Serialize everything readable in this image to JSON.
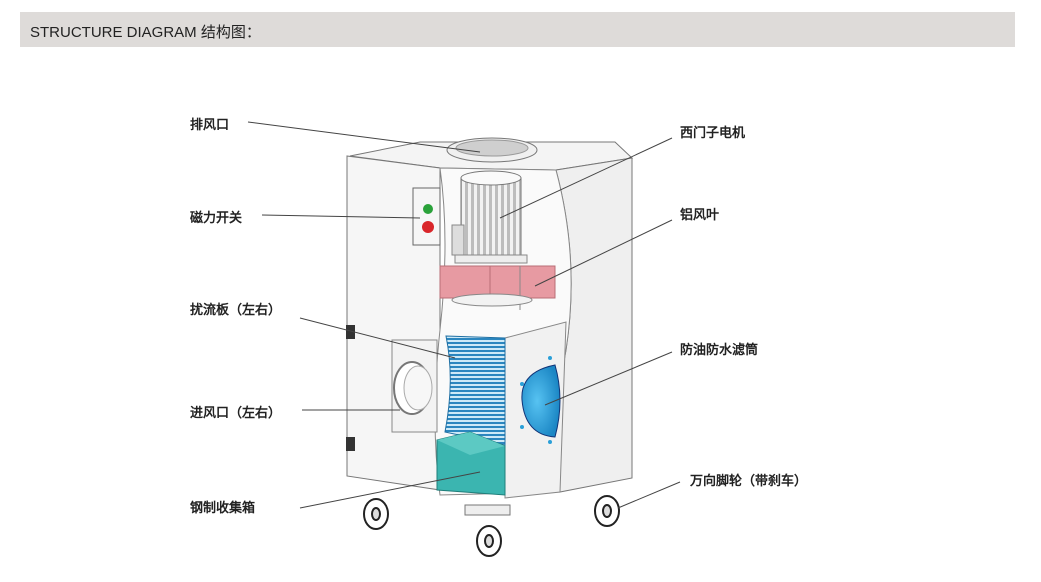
{
  "header": {
    "title": "STRUCTURE DIAGRAM 结构图："
  },
  "labels": {
    "exhaust": "排风口",
    "magnetic_switch": "磁力开关",
    "baffle": "扰流板（左右）",
    "inlet": "进风口（左右）",
    "collection_box": "钢制收集箱",
    "motor": "西门子电机",
    "fan": "铝风叶",
    "filter": "防油防水滤筒",
    "casters": "万向脚轮（带刹车）"
  },
  "colors": {
    "header_bg": "#dedbd9",
    "fan": "#e79aa2",
    "filter": "#2a9fd8",
    "box": "#3bb5b0",
    "switch_on": "#2aa23a",
    "switch_off": "#d9262a"
  }
}
